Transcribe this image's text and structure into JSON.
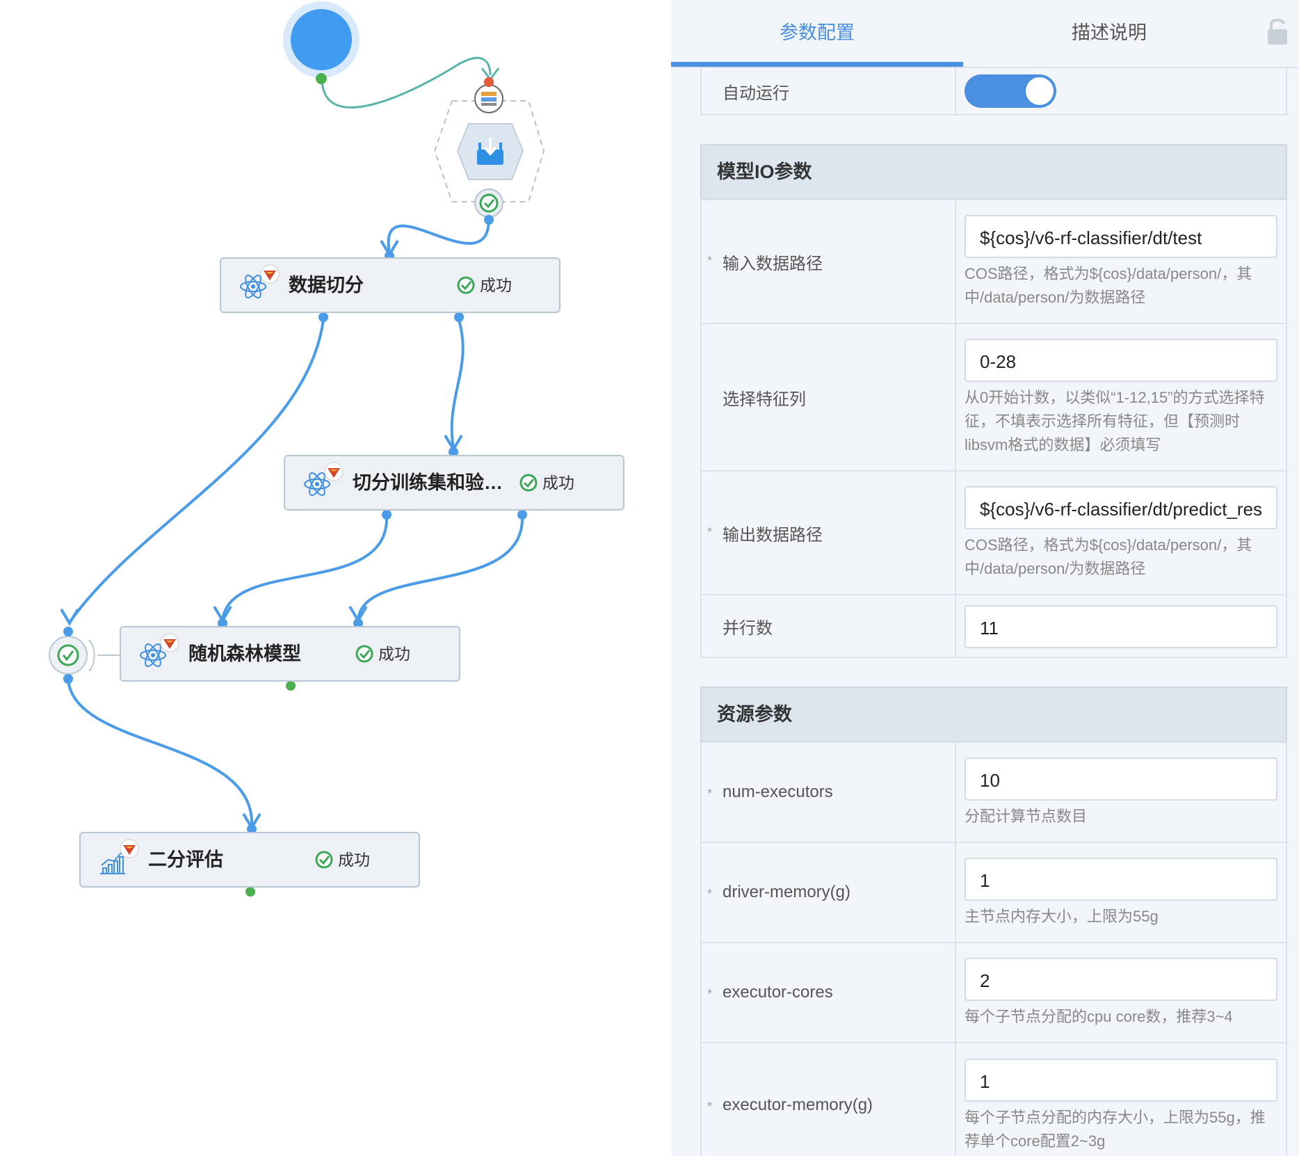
{
  "canvas": {
    "nodes": [
      {
        "title": "数据切分",
        "status": "成功"
      },
      {
        "title": "切分训练集和验证集",
        "status": "成功"
      },
      {
        "title": "随机森林模型",
        "status": "成功"
      },
      {
        "title": "二分评估",
        "status": "成功"
      }
    ]
  },
  "panel": {
    "tabs": [
      "参数配置",
      "描述说明"
    ],
    "auto_run": {
      "label": "自动运行",
      "enabled": true
    },
    "io_section": {
      "title": "模型IO参数",
      "rows": [
        {
          "label": "输入数据路径",
          "required": true,
          "value": "${cos}/v6-rf-classifier/dt/test",
          "hint": "COS路径，格式为${cos}/data/person/，其中/data/person/为数据路径"
        },
        {
          "label": "选择特征列",
          "required": false,
          "value": "0-28",
          "hint": "从0开始计数，以类似“1-12,15”的方式选择特征，不填表示选择所有特征，但【预测时libsvm格式的数据】必须填写"
        },
        {
          "label": "输出数据路径",
          "required": true,
          "value": "${cos}/v6-rf-classifier/dt/predict_res",
          "hint": "COS路径，格式为${cos}/data/person/，其中/data/person/为数据路径"
        },
        {
          "label": "并行数",
          "required": false,
          "value": "11",
          "hint": ""
        }
      ]
    },
    "resource_section": {
      "title": "资源参数",
      "rows": [
        {
          "label": "num-executors",
          "required": true,
          "value": "10",
          "hint": "分配计算节点数目"
        },
        {
          "label": "driver-memory(g)",
          "required": true,
          "value": "1",
          "hint": "主节点内存大小，上限为55g"
        },
        {
          "label": "executor-cores",
          "required": true,
          "value": "2",
          "hint": "每个子节点分配的cpu core数，推荐3~4"
        },
        {
          "label": "executor-memory(g)",
          "required": true,
          "value": "1",
          "hint": "每个子节点分配的内存大小，上限为55g，推荐单个core配置2~3g"
        }
      ]
    }
  },
  "colors": {
    "accent": "#4a8fe0",
    "success": "#3aa757",
    "edge": "#4a9be8",
    "edge_start": "#5ab3a8"
  }
}
